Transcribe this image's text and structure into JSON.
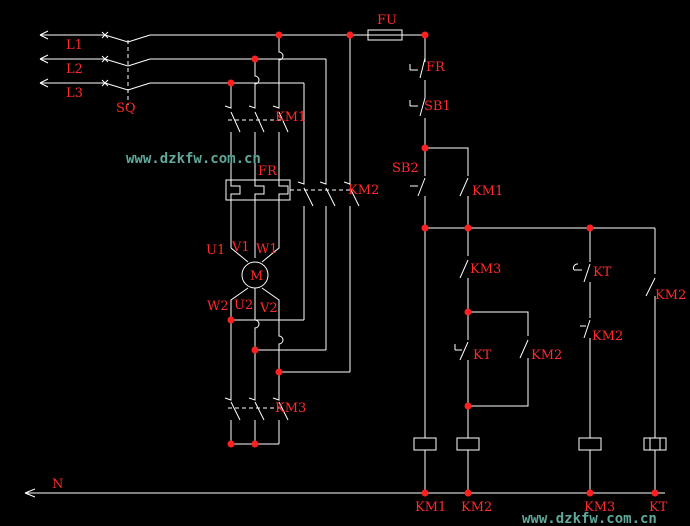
{
  "labels": {
    "L1": "L1",
    "L2": "L2",
    "L3": "L3",
    "SQ": "SQ",
    "N": "N",
    "FU": "FU",
    "FR_top": "FR",
    "SB1": "SB1",
    "SB2": "SB2",
    "KM1_main": "KM1",
    "FR_main": "FR",
    "KM2_main": "KM2",
    "U1": "U1",
    "V1": "V1",
    "W1": "W1",
    "M": "M",
    "W2": "W2",
    "U2": "U2",
    "V2": "V2",
    "KM3_main": "KM3",
    "KM1_aux": "KM1",
    "KM3_aux": "KM3",
    "KT_aux": "KT",
    "KM2_aux": "KM2",
    "KT_nc": "KT",
    "KM2_nc": "KM2",
    "KM2_no": "KM2",
    "coil_KM1": "KM1",
    "coil_KM2": "KM2",
    "coil_KM3": "KM3",
    "coil_KT": "KT"
  },
  "watermarks": [
    "www.dzkfw.com.cn",
    "www.dzkfw.com.cn"
  ],
  "colors": {
    "background": "#000000",
    "wire": "#ffffff",
    "label": "#ff2a2a",
    "node": "#ff2020",
    "watermark": "#5fa89a"
  }
}
